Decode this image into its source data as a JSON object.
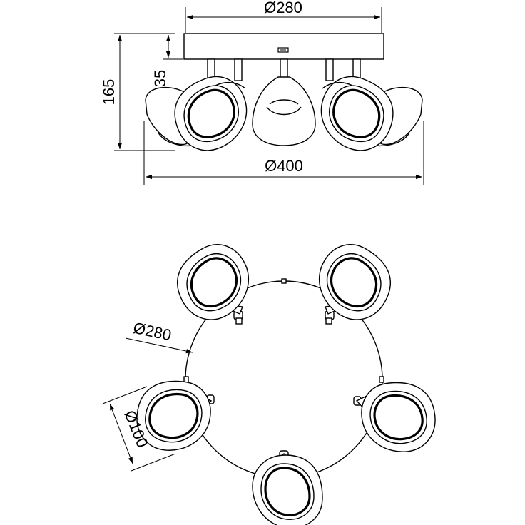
{
  "side_view": {
    "top_diameter": "Ø280",
    "bottom_diameter": "Ø400",
    "total_height": "165",
    "plate_height": "35"
  },
  "top_view": {
    "plate_diameter": "Ø280",
    "spot_diameter": "Ø100"
  }
}
